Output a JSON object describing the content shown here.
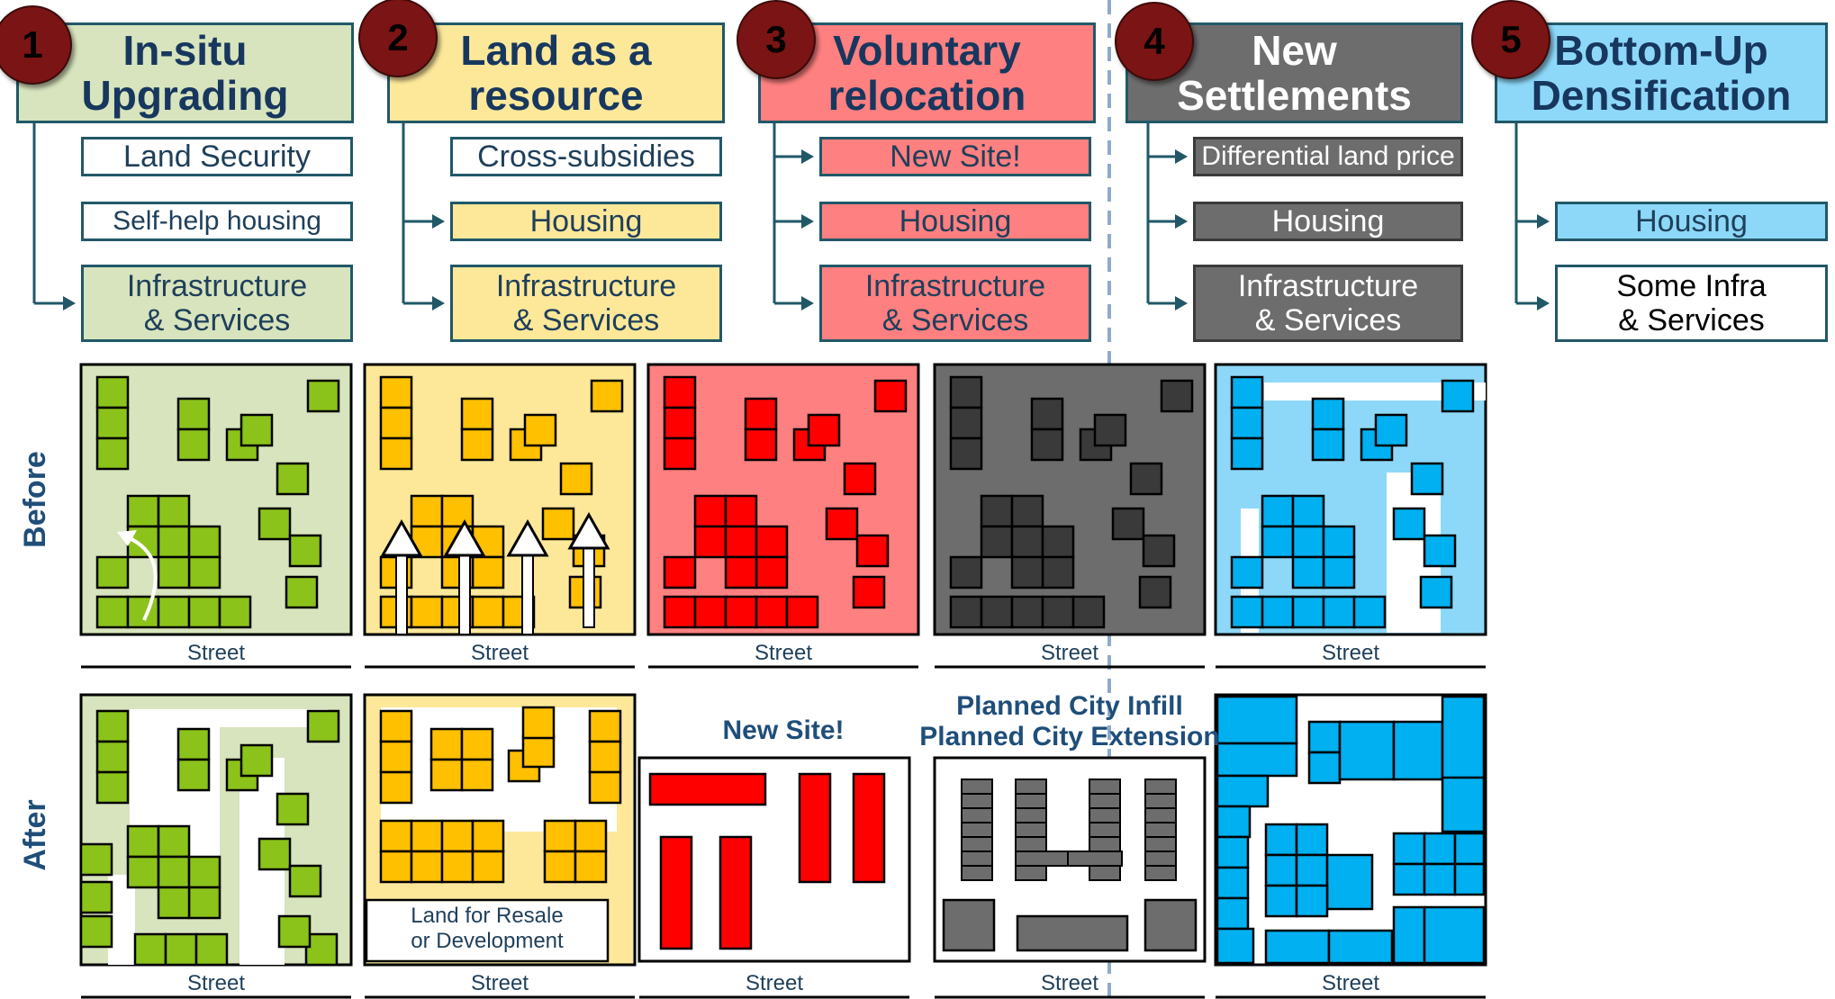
{
  "columns": [
    {
      "number": "1",
      "title": "In-situ\nUpgrading",
      "color": "#d7e4bd",
      "boxes": [
        "Land Security",
        "Self-help housing",
        "Infrastructure\n& Services"
      ]
    },
    {
      "number": "2",
      "title": "Land as a\nresource",
      "color": "#fde89a",
      "boxes": [
        "Cross-subsidies",
        "Housing",
        "Infrastructure\n& Services"
      ]
    },
    {
      "number": "3",
      "title": "Voluntary\nrelocation",
      "color": "#ff8080",
      "boxes": [
        "New Site!",
        "Housing",
        "Infrastructure\n& Services"
      ]
    },
    {
      "number": "4",
      "title": "New\nSettlements",
      "color": "#6d6d6d",
      "boxes": [
        "Differential land price",
        "Housing",
        "Infrastructure\n& Services"
      ]
    },
    {
      "number": "5",
      "title": "Bottom-Up\nDensification",
      "color": "#8dd8f8",
      "boxes": [
        "Housing",
        "Some Infra\n& Services"
      ]
    }
  ],
  "row_labels": {
    "before": "Before",
    "after": "After"
  },
  "street_label": "Street",
  "after_captions": {
    "col2_box": "Land for Resale\nor Development",
    "col3_title": "New Site!",
    "col4_title": "Planned City Infill\nPlanned City Extension"
  },
  "colors": {
    "green_fill": "#8cc31b",
    "green_bg": "#d7e4bd",
    "yellow_fill": "#ffc000",
    "yellow_bg": "#fde89a",
    "red_fill": "#ff0000",
    "red_bg": "#ff8080",
    "dark_fill": "#3a3a3a",
    "dark_bg": "#6d6d6d",
    "blue_fill": "#00b0f0",
    "blue_bg": "#8dd8f8",
    "border": "#215868"
  }
}
